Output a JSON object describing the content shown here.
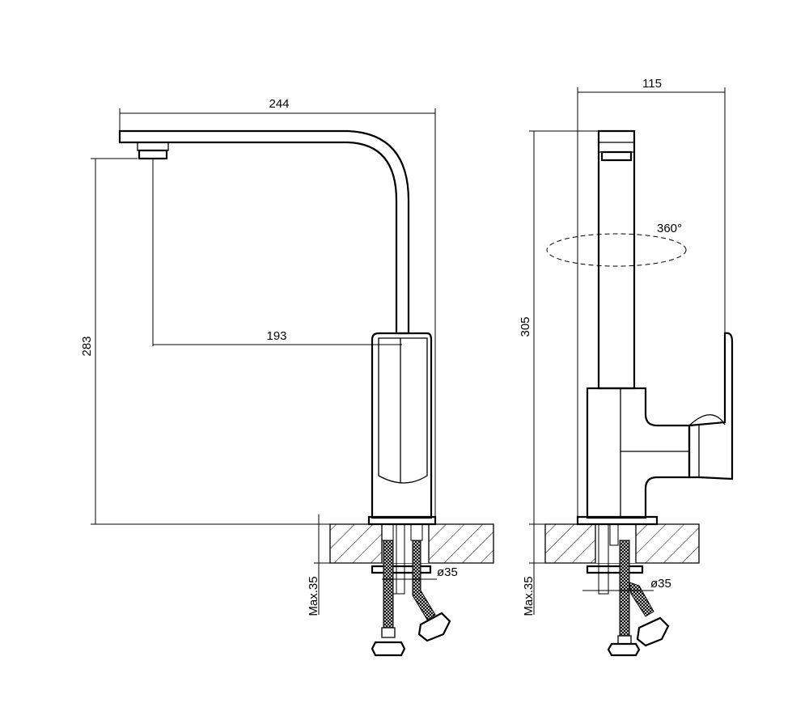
{
  "dimensions": {
    "spout_reach": "244",
    "outlet_to_body": "193",
    "outlet_height": "283",
    "side_width": "115",
    "total_height": "305",
    "rotation": "360°",
    "max_thickness_left": "Max.35",
    "max_thickness_right": "Max.35",
    "hole_diameter_left": "ø35",
    "hole_diameter_right": "ø35"
  },
  "colors": {
    "line": "#000000",
    "background": "#ffffff"
  }
}
